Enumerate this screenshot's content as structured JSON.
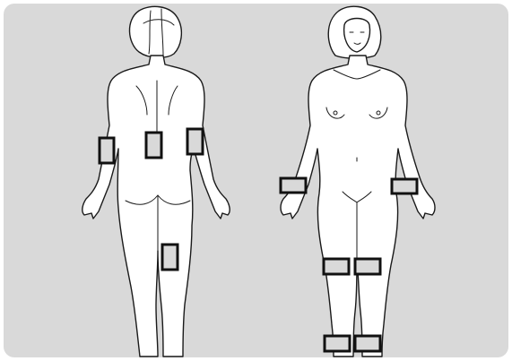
{
  "figures": [
    {
      "id": "back",
      "view": "back",
      "markers": [
        {
          "id": "left-upper-arm"
        },
        {
          "id": "lower-back"
        },
        {
          "id": "right-upper-arm"
        },
        {
          "id": "right-calf"
        }
      ]
    },
    {
      "id": "front",
      "view": "front",
      "markers": [
        {
          "id": "right-wrist"
        },
        {
          "id": "left-wrist"
        },
        {
          "id": "right-knee"
        },
        {
          "id": "left-knee"
        },
        {
          "id": "right-ankle"
        },
        {
          "id": "left-ankle"
        }
      ]
    }
  ],
  "colors": {
    "background": "#d9d9d9",
    "outline": "#1a1a1a",
    "marker_stroke": "#111111"
  }
}
